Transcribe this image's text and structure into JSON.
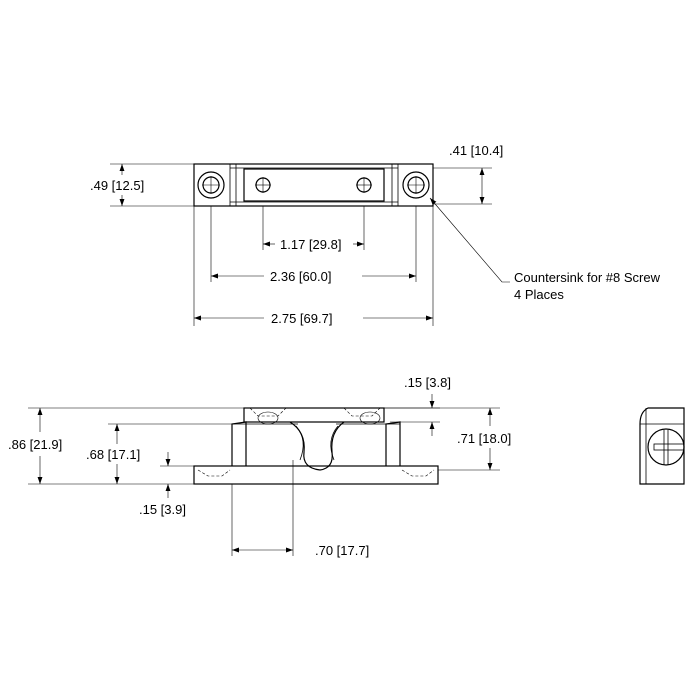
{
  "top_view": {
    "height_dim": ".49 [12.5]",
    "hole_dia_dim": ".41 [10.4]",
    "center_holes_dim": "1.17 [29.8]",
    "mount_holes_dim": "2.36 [60.0]",
    "overall_length_dim": "2.75 [69.7]",
    "note_line1": "Countersink for #8 Screw",
    "note_line2": "4 Places"
  },
  "side_view": {
    "overall_height_dim": ".86 [21.9]",
    "body_height_dim": ".68 [17.1]",
    "base_thickness_dim": ".15 [3.9]",
    "strike_thickness_dim": ".15 [3.8]",
    "strike_height_dim": ".71 [18.0]",
    "roller_span_dim": ".70 [17.7]"
  }
}
